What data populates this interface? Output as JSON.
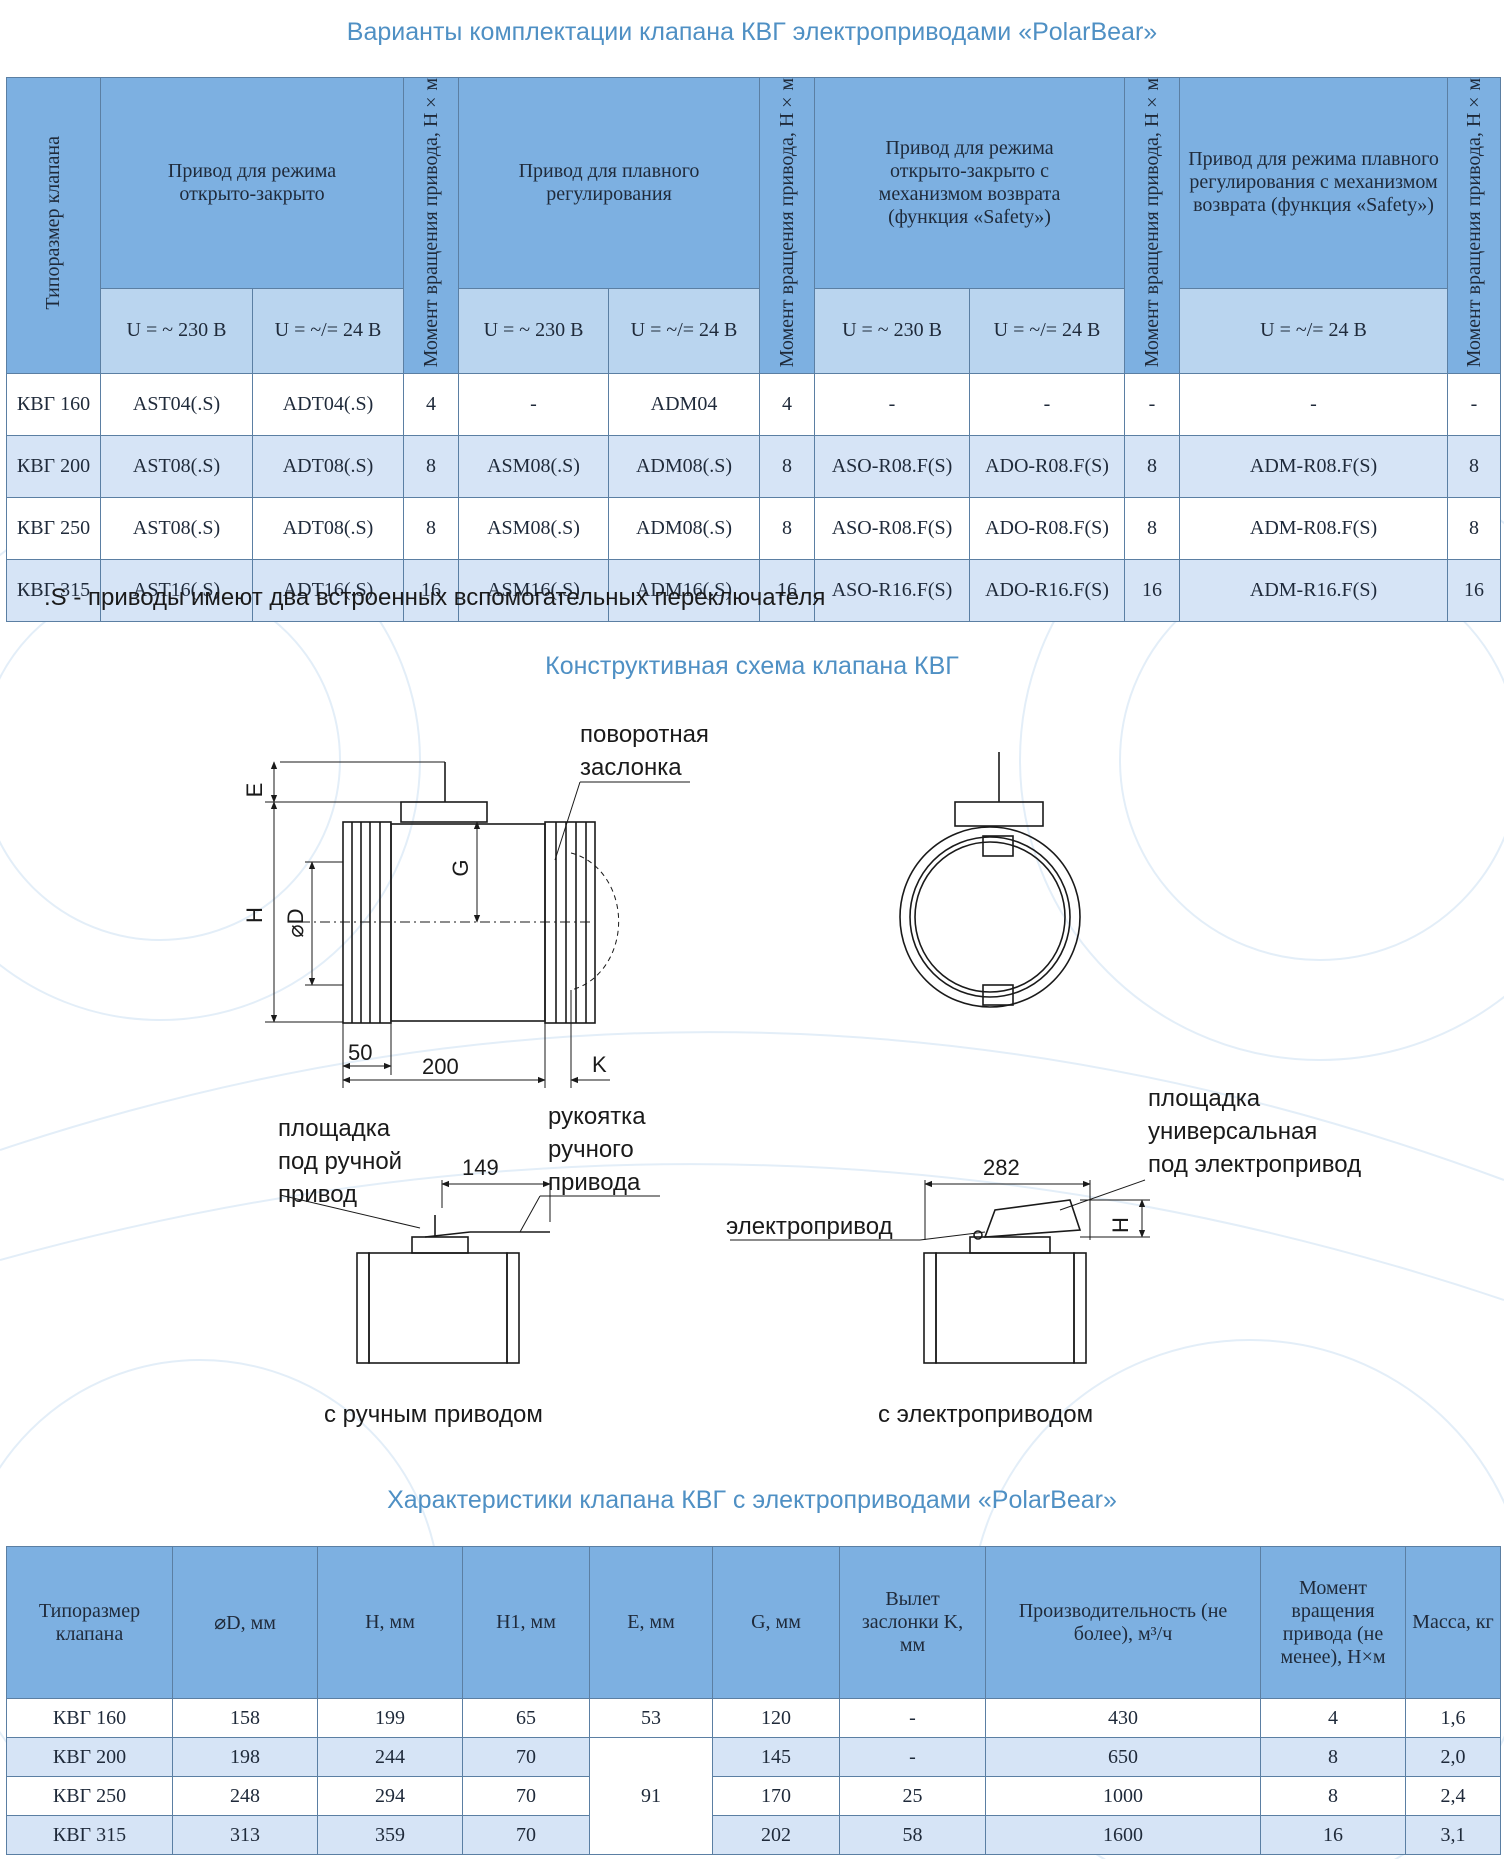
{
  "table1": {
    "title": "Варианты комплектации клапана КВГ электроприводами «PolarBear»",
    "col_size": "Типоразмер клапана",
    "group_open_close": "Привод для режима открыто-закрыто",
    "group_modulating": "Привод для плавного регулирования",
    "group_open_close_safety": "Привод для режима открыто-закрыто с механизмом возврата (функция «Safety»)",
    "group_modulating_safety": "Привод для режима плавного регулирования с механизмом возврата (функция «Safety»)",
    "torque": "Момент вращения привода, Н×м",
    "u230": "U = ~ 230 В",
    "u24": "U = ~/= 24 В",
    "rows": [
      [
        "КВГ 160",
        "AST04(.S)",
        "ADT04(.S)",
        "4",
        "-",
        "ADM04",
        "4",
        "-",
        "-",
        "-",
        "-",
        "-"
      ],
      [
        "КВГ 200",
        "AST08(.S)",
        "ADT08(.S)",
        "8",
        "ASM08(.S)",
        "ADM08(.S)",
        "8",
        "ASO-R08.F(S)",
        "ADO-R08.F(S)",
        "8",
        "ADM-R08.F(S)",
        "8"
      ],
      [
        "КВГ 250",
        "AST08(.S)",
        "ADT08(.S)",
        "8",
        "ASM08(.S)",
        "ADM08(.S)",
        "8",
        "ASO-R08.F(S)",
        "ADO-R08.F(S)",
        "8",
        "ADM-R08.F(S)",
        "8"
      ],
      [
        "КВГ 315",
        "AST16(.S)",
        "ADT16(.S)",
        "16",
        "ASM16(.S)",
        "ADM16(.S)",
        "16",
        "ASO-R16.F(S)",
        "ADO-R16.F(S)",
        "16",
        "ADM-R16.F(S)",
        "16"
      ]
    ]
  },
  "note": ".S - приводы имеют два встроенных вспомогательных переключателя",
  "diagram": {
    "title": "Конструктивная схема клапана КВГ",
    "label_damper": "поворотная\nзаслонка",
    "dim_E": "E",
    "dim_H": "H",
    "dim_D": "⌀D",
    "dim_G": "G",
    "dim_50": "50",
    "dim_200": "200",
    "dim_K": "K",
    "label_manual_pad": "площадка\nпод ручной\nпривод",
    "label_handle": "рукоятка\nручного\nпривода",
    "dim_149": "149",
    "label_universal_pad": "площадка\nуниверсальная\nпод электропривод",
    "dim_282": "282",
    "dim_H1": "H",
    "label_actuator": "электропривод",
    "caption_manual": "с ручным приводом",
    "caption_electric": "с электроприводом"
  },
  "table2": {
    "title": "Характеристики клапана КВГ с электроприводами «PolarBear»",
    "headers": [
      "Типоразмер клапана",
      "⌀D, мм",
      "H, мм",
      "H1, мм",
      "E, мм",
      "G, мм",
      "Вылет заслонки K, мм",
      "Производительность (не более), м³/ч",
      "Момент вращения привода (не менее), Н×м",
      "Масса, кг"
    ],
    "e_merged": "91",
    "rows": [
      [
        "КВГ 160",
        "158",
        "199",
        "65",
        "53",
        "120",
        "-",
        "430",
        "4",
        "1,6"
      ],
      [
        "КВГ 200",
        "198",
        "244",
        "70",
        "",
        "145",
        "-",
        "650",
        "8",
        "2,0"
      ],
      [
        "КВГ 250",
        "248",
        "294",
        "70",
        "",
        "170",
        "25",
        "1000",
        "8",
        "2,4"
      ],
      [
        "КВГ 315",
        "313",
        "359",
        "70",
        "",
        "202",
        "58",
        "1600",
        "16",
        "3,1"
      ]
    ]
  },
  "colors": {
    "accent": "#4f90c4",
    "header": "#7db0e1",
    "subheader": "#bad5ef",
    "row_alt": "#d6e4f6"
  }
}
